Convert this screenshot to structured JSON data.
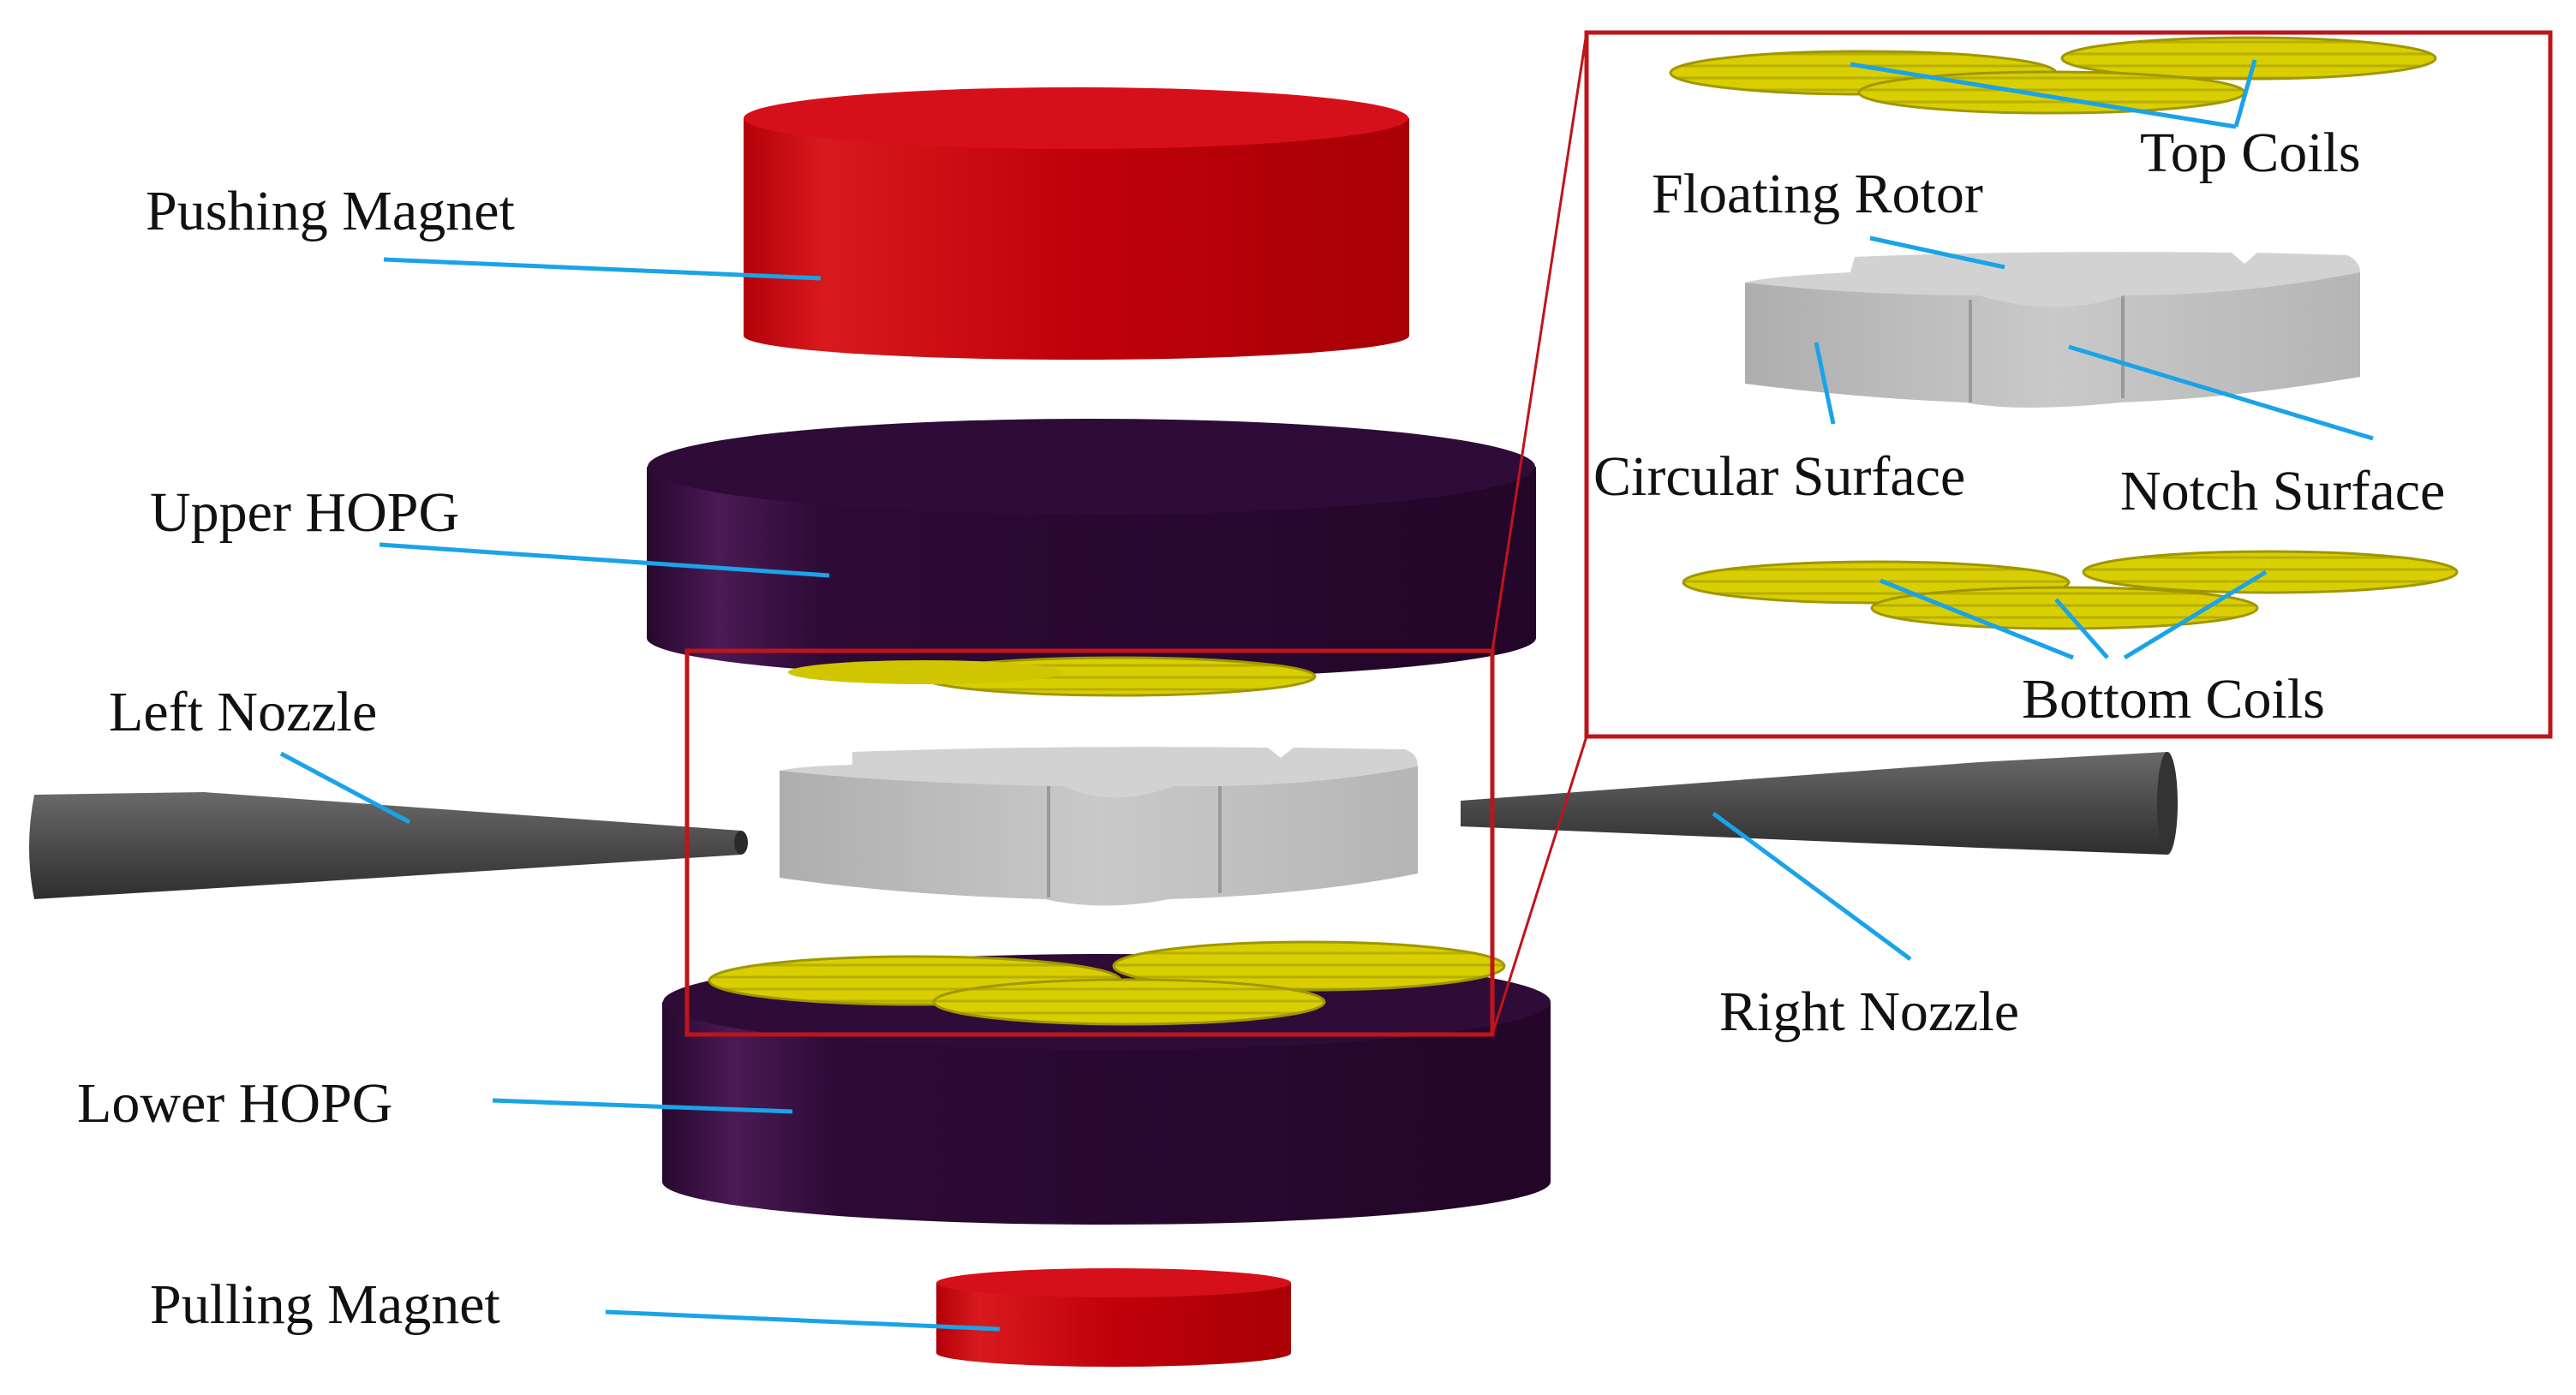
{
  "labels": {
    "pushing_magnet": "Pushing Magnet",
    "upper_hopg": "Upper HOPG",
    "left_nozzle": "Left Nozzle",
    "lower_hopg": "Lower HOPG",
    "pulling_magnet": "Pulling Magnet",
    "right_nozzle": "Right Nozzle"
  },
  "inset_labels": {
    "top_coils": "Top Coils",
    "floating_rotor": "Floating Rotor",
    "circular_surface": "Circular Surface",
    "notch_surface": "Notch Surface",
    "bottom_coils": "Bottom Coils"
  },
  "colors": {
    "magnet": "#c8000a",
    "hopg": "#2d0a35",
    "coil": "#d9d100",
    "rotor": "#bdbdbd",
    "nozzle": "#4a4a4a",
    "leader_line": "#1aa3e8",
    "frame": "#c0141b"
  }
}
